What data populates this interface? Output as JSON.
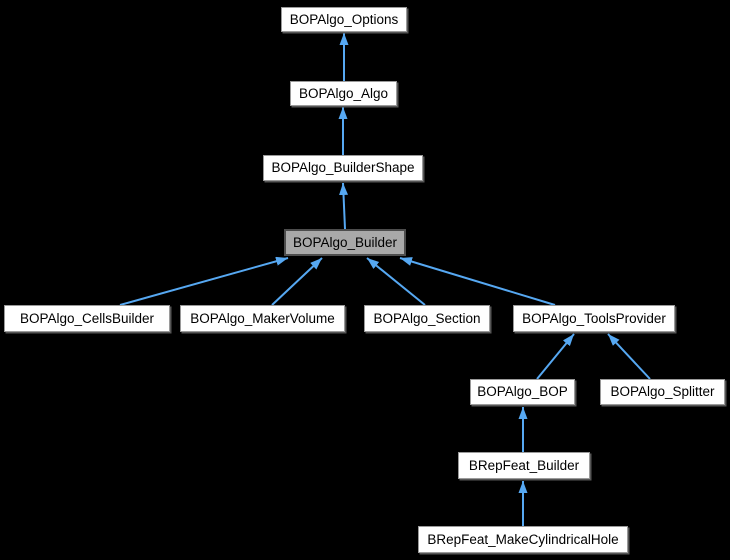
{
  "diagram": {
    "kind": "class-inheritance-graph",
    "colors": {
      "background": "#000000",
      "node_fill": "#ffffff",
      "node_border": "#9a9a9a",
      "highlight_fill": "#a9a9a9",
      "highlight_border": "#4d4d4d",
      "edge": "#56a8f2",
      "text": "#000000"
    },
    "nodes": [
      {
        "id": "options",
        "label": "BOPAlgo_Options",
        "highlighted": false
      },
      {
        "id": "algo",
        "label": "BOPAlgo_Algo",
        "highlighted": false
      },
      {
        "id": "buildershape",
        "label": "BOPAlgo_BuilderShape",
        "highlighted": false
      },
      {
        "id": "builder",
        "label": "BOPAlgo_Builder",
        "highlighted": true
      },
      {
        "id": "cellsbuilder",
        "label": "BOPAlgo_CellsBuilder",
        "highlighted": false
      },
      {
        "id": "makervolume",
        "label": "BOPAlgo_MakerVolume",
        "highlighted": false
      },
      {
        "id": "section",
        "label": "BOPAlgo_Section",
        "highlighted": false
      },
      {
        "id": "toolsprovider",
        "label": "BOPAlgo_ToolsProvider",
        "highlighted": false
      },
      {
        "id": "bop",
        "label": "BOPAlgo_BOP",
        "highlighted": false
      },
      {
        "id": "splitter",
        "label": "BOPAlgo_Splitter",
        "highlighted": false
      },
      {
        "id": "brepfeatbuilder",
        "label": "BRepFeat_Builder",
        "highlighted": false
      },
      {
        "id": "makecylhole",
        "label": "BRepFeat_MakeCylindricalHole",
        "highlighted": false
      }
    ],
    "edges": [
      {
        "derived": "BOPAlgo_Algo",
        "base": "BOPAlgo_Options"
      },
      {
        "derived": "BOPAlgo_BuilderShape",
        "base": "BOPAlgo_Algo"
      },
      {
        "derived": "BOPAlgo_Builder",
        "base": "BOPAlgo_BuilderShape"
      },
      {
        "derived": "BOPAlgo_CellsBuilder",
        "base": "BOPAlgo_Builder"
      },
      {
        "derived": "BOPAlgo_MakerVolume",
        "base": "BOPAlgo_Builder"
      },
      {
        "derived": "BOPAlgo_Section",
        "base": "BOPAlgo_Builder"
      },
      {
        "derived": "BOPAlgo_ToolsProvider",
        "base": "BOPAlgo_Builder"
      },
      {
        "derived": "BOPAlgo_BOP",
        "base": "BOPAlgo_ToolsProvider"
      },
      {
        "derived": "BOPAlgo_Splitter",
        "base": "BOPAlgo_ToolsProvider"
      },
      {
        "derived": "BRepFeat_Builder",
        "base": "BOPAlgo_BOP"
      },
      {
        "derived": "BRepFeat_MakeCylindricalHole",
        "base": "BRepFeat_Builder"
      }
    ]
  }
}
